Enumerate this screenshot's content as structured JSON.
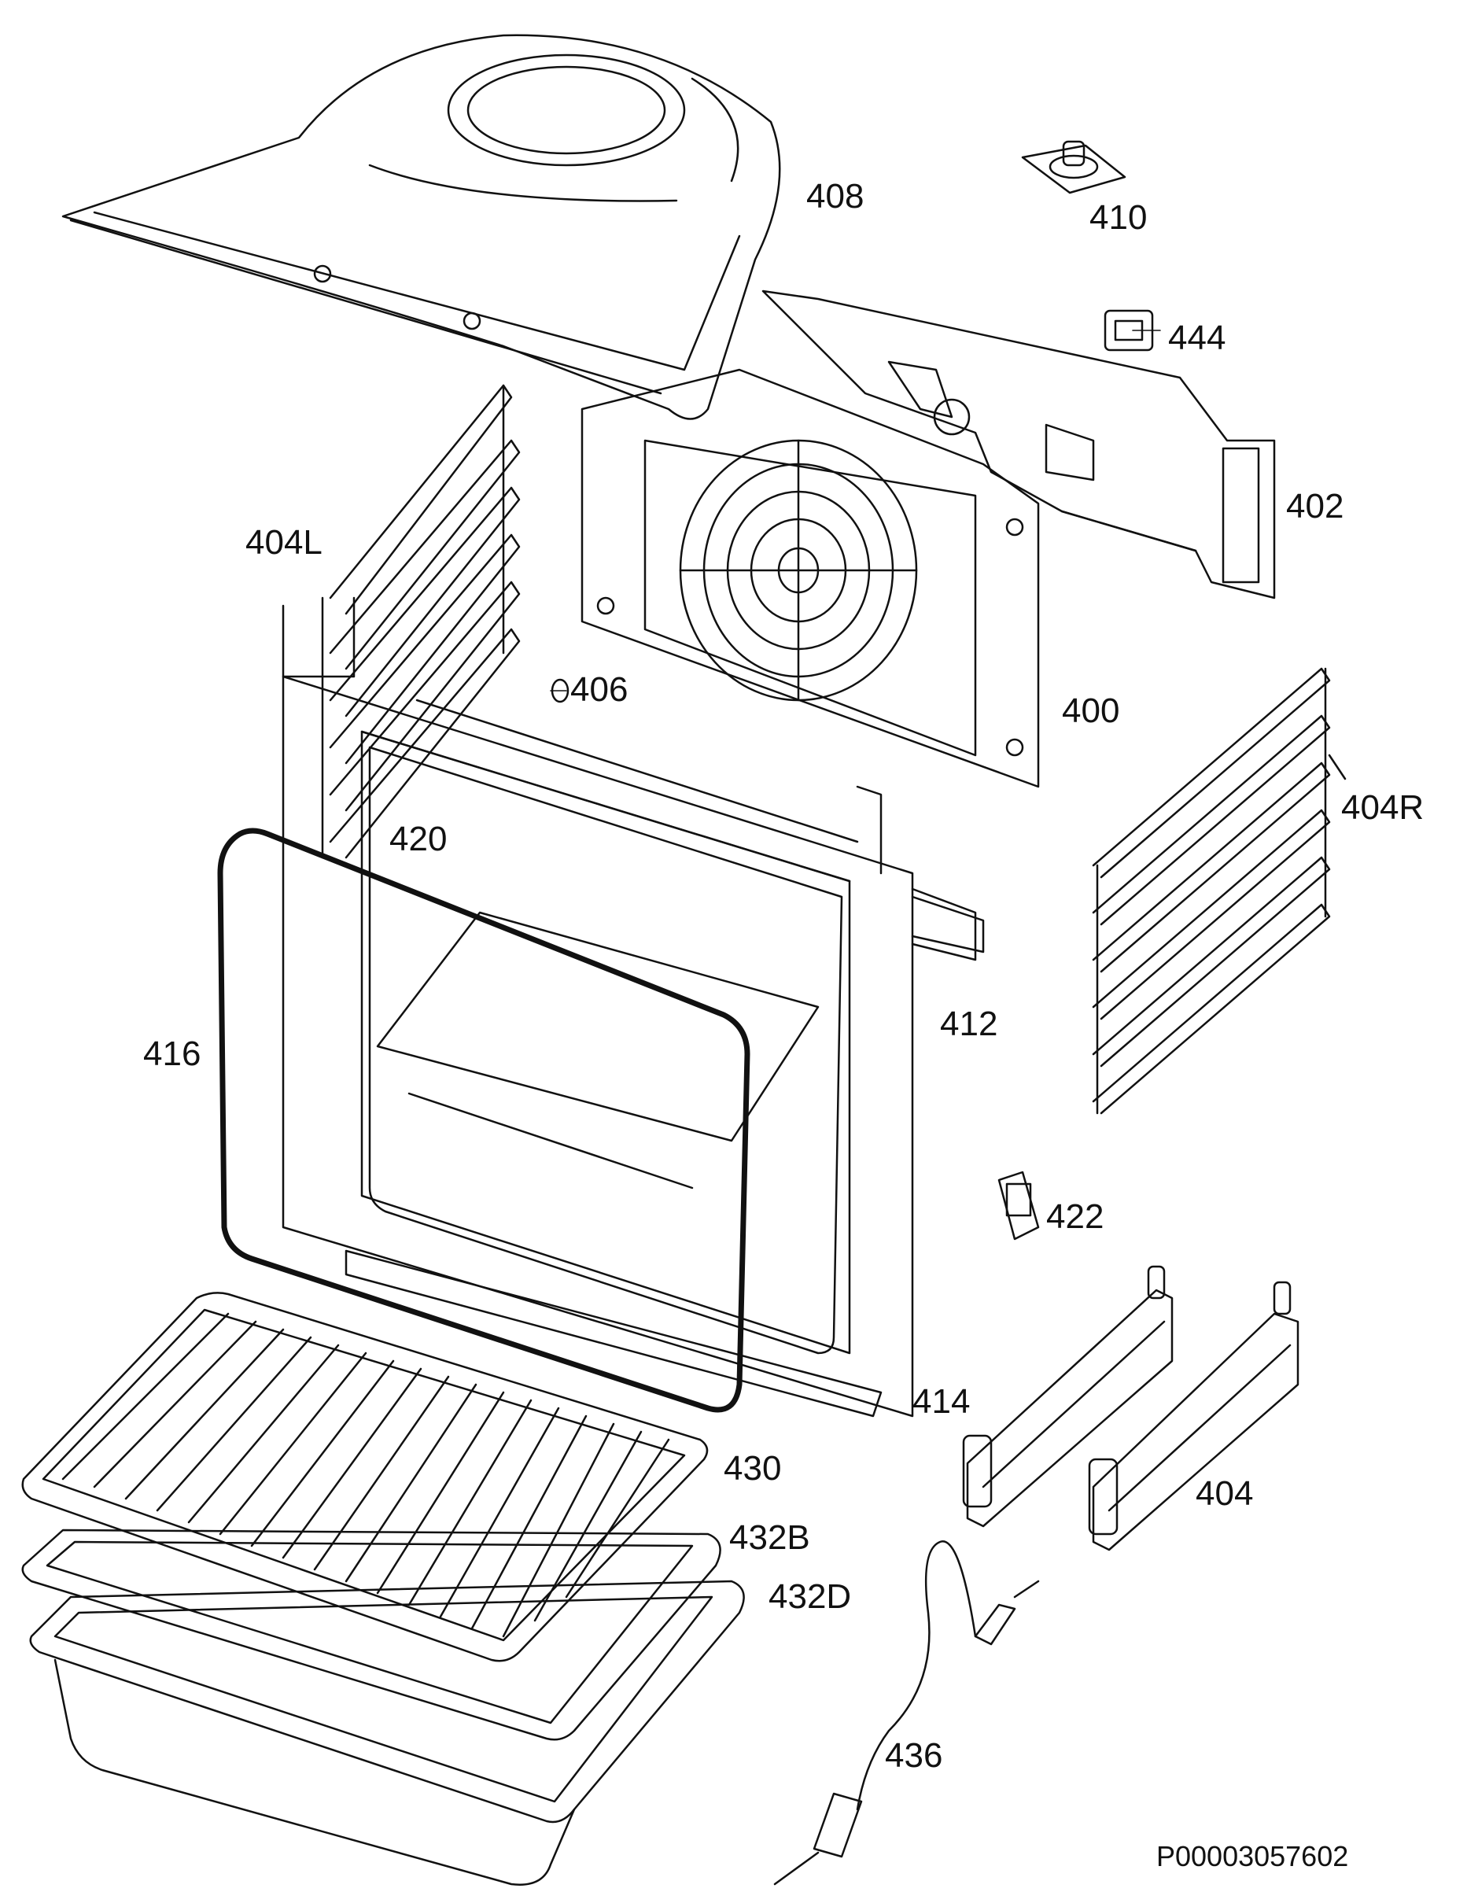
{
  "labels": {
    "p400": "400",
    "p402": "402",
    "p404": "404",
    "p404L": "404L",
    "p404R": "404R",
    "p406": "406",
    "p408": "408",
    "p410": "410",
    "p412": "412",
    "p414": "414",
    "p416": "416",
    "p420": "420",
    "p422": "422",
    "p430": "430",
    "p432B": "432B",
    "p432D": "432D",
    "p436": "436",
    "p444": "444"
  },
  "drawing_code": "P00003057602"
}
